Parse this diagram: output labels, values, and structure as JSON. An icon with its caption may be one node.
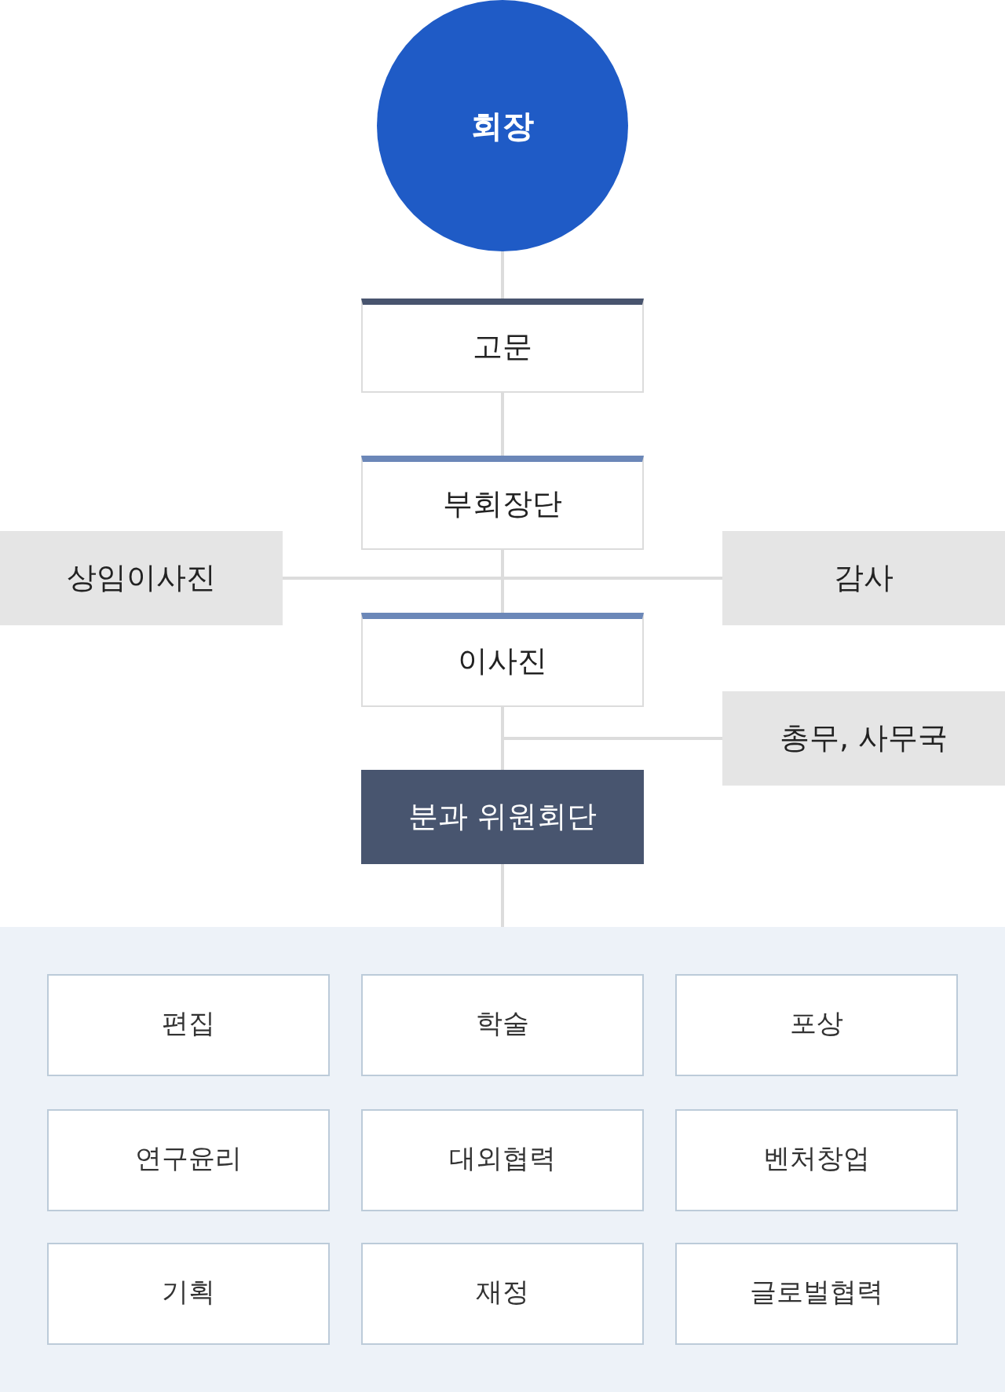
{
  "diagram": {
    "nodes": [
      {
        "text": [
          "회장"
        ]
      },
      {
        "text": [
          "고문"
        ]
      },
      {
        "text": [
          "부회장단"
        ]
      },
      {
        "text": [
          "상임이사진"
        ]
      },
      {
        "text": [
          "감사"
        ]
      },
      {
        "text": [
          "이사진"
        ]
      },
      {
        "text": [
          "총무, 사무국"
        ]
      },
      {
        "text": [
          "분과 위원회단"
        ]
      },
      {
        "text": [],
        "shape": "box"
      },
      {
        "text": [
          "편집"
        ],
        "in": 8
      },
      {
        "text": [
          "학술"
        ],
        "in": 8
      },
      {
        "text": [
          "포상"
        ],
        "in": 8
      },
      {
        "text": [
          "연구윤리"
        ],
        "in": 8
      },
      {
        "text": [
          "대외협력"
        ],
        "in": 8
      },
      {
        "text": [
          "벤처창업"
        ],
        "in": 8
      },
      {
        "text": [
          "기획"
        ],
        "in": 8
      },
      {
        "text": [
          "재정"
        ],
        "in": 8
      },
      {
        "text": [
          "글로벌협력"
        ],
        "in": 8
      }
    ],
    "edges": [
      {
        "from": 0,
        "to": 1,
        "arrow": "none"
      },
      {
        "from": 1,
        "to": 2,
        "arrow": "none"
      },
      {
        "from": 2,
        "to": 5,
        "arrow": "none"
      },
      {
        "from": 2,
        "to": 3,
        "arrow": "none"
      },
      {
        "from": 2,
        "to": 4,
        "arrow": "none"
      },
      {
        "from": 5,
        "to": 7,
        "arrow": "none"
      },
      {
        "from": 5,
        "to": 6,
        "arrow": "none"
      },
      {
        "from": 7,
        "to": 8,
        "arrow": "none"
      }
    ]
  }
}
